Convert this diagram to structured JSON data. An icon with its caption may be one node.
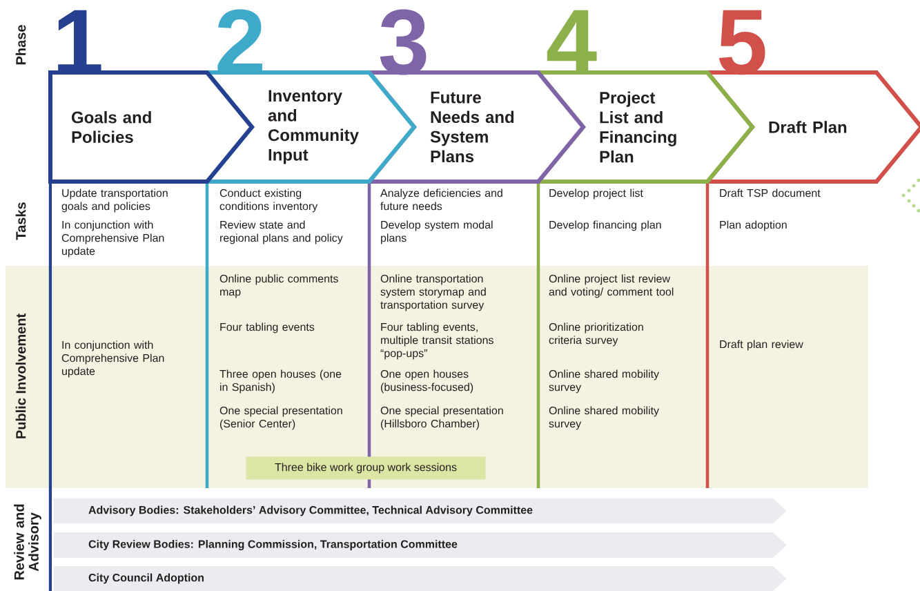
{
  "diagram": {
    "nodes": [
      {
        "text": [
          "Goals and Policies"
        ],
        "beside": [
          "1"
        ]
      },
      {
        "text": [
          "Inventory and Community Input"
        ],
        "beside": [
          "2"
        ]
      },
      {
        "text": [
          "Future Needs and System Plans"
        ],
        "beside": [
          "3"
        ]
      },
      {
        "text": [
          "Project List and Financing Plan"
        ],
        "beside": [
          "4"
        ]
      },
      {
        "text": [
          "Draft Plan"
        ],
        "beside": [
          "5"
        ]
      },
      {
        "text": [
          "Three bike work group work sessions"
        ]
      },
      {
        "text": [
          "Advisory Bodies: Stakeholders’ Advisory Committee, Technical Advisory Committee"
        ]
      },
      {
        "text": [
          "City Review Bodies: Planning Commission, Transportation Committee"
        ]
      },
      {
        "text": [
          "City Council Adoption"
        ]
      }
    ],
    "labels": [
      "Phase",
      "Tasks",
      "Update transportation goals and policies",
      "Conduct existing conditions inventory",
      "Analyze deficiencies and future needs",
      "Develop project list",
      "Draft TSP document",
      "In conjunction with Comprehensive Plan update",
      "Review state and regional plans and policy",
      "Develop system modal plans",
      "Develop financing plan",
      "Plan adoption",
      "Public Involvement",
      "In conjunction with Comprehensive Plan update",
      "Online public comments map",
      "Four tabling events",
      "Three open houses (one in Spanish)",
      "One special presentation (Senior Center)",
      "Online transportation system storymap and transportation survey",
      "Four tabling events, multiple transit stations “pop-ups”",
      "One open houses (business-focused)",
      "One special presentation (Hillsboro Chamber)",
      "Online project list review and voting/ comment tool",
      "Online prioritization criteria survey",
      "Online shared mobility survey",
      "Online shared mobility survey",
      "Draft plan review",
      "Review and Advisory"
    ]
  }
}
